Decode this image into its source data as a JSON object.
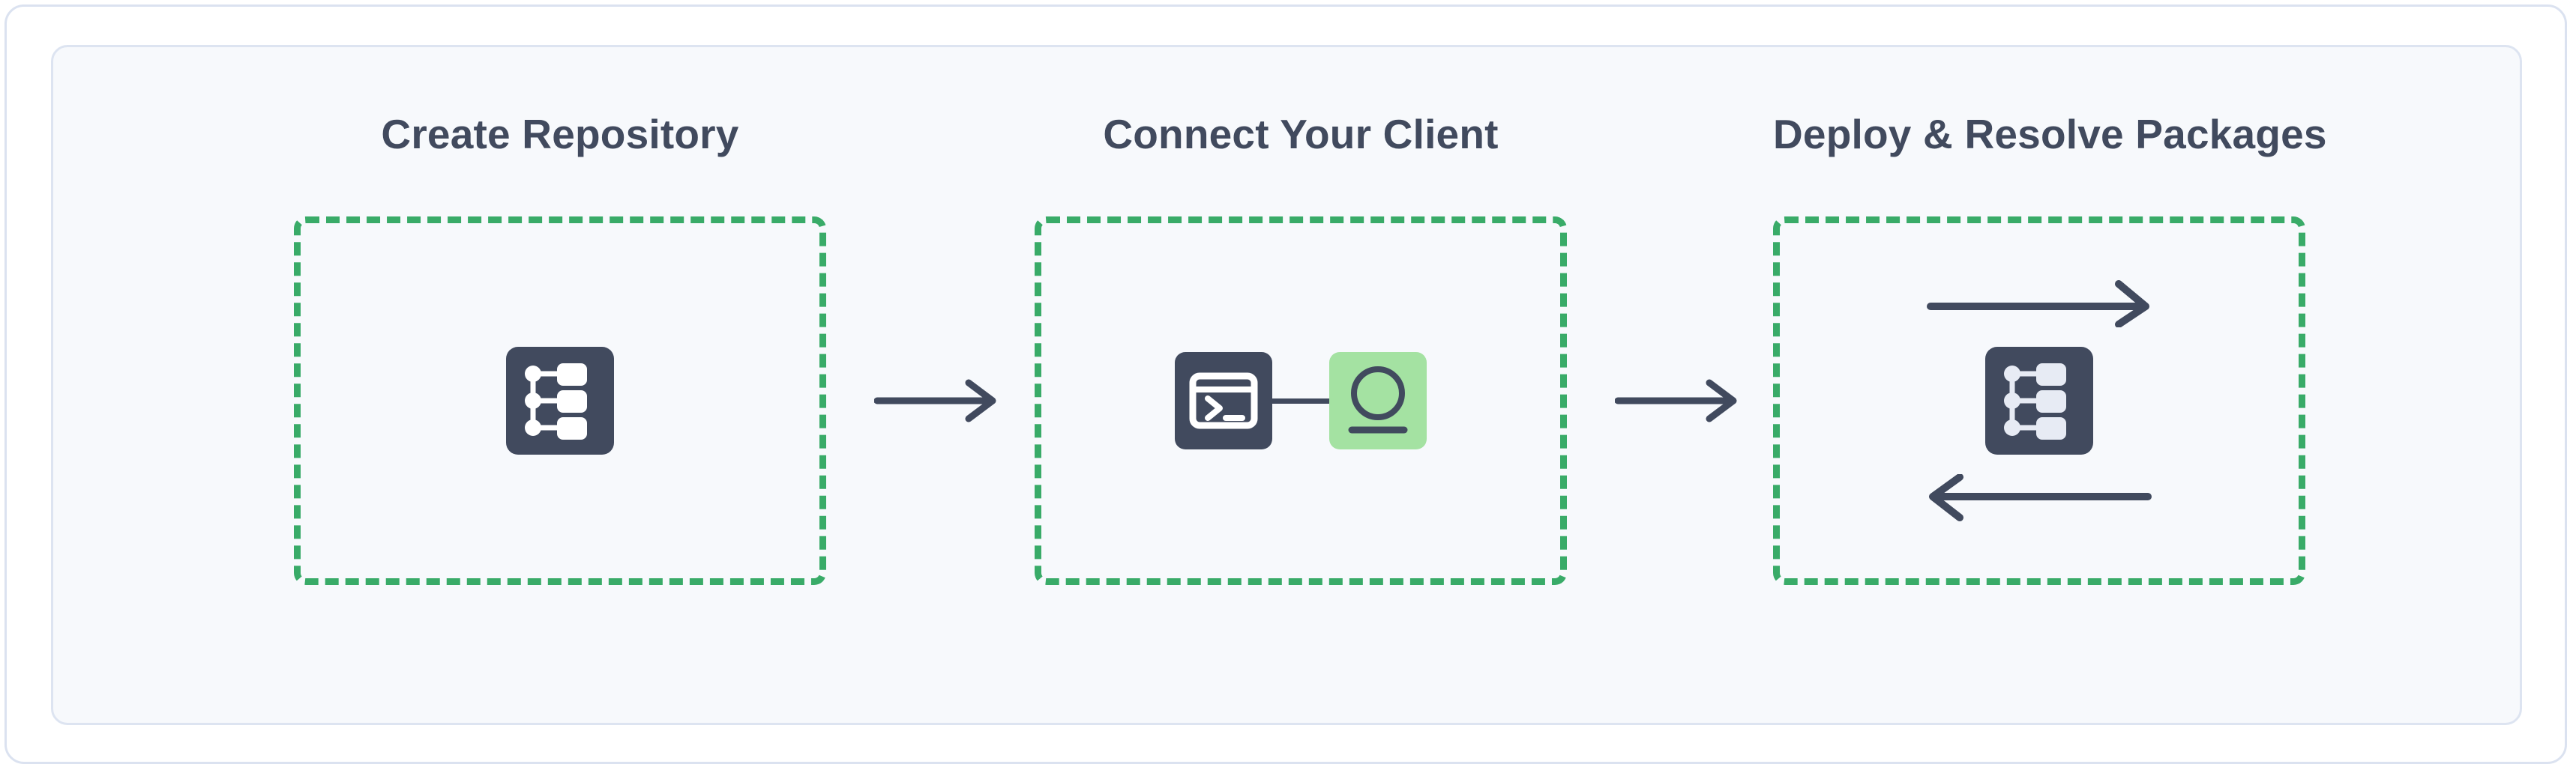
{
  "diagram": {
    "title_color": "#414a5e",
    "accent_green": "#39ab68",
    "icon_dark": "#414a5e",
    "package_green": "#a4e2a2",
    "panel_bg": "#f7f9fc",
    "card_border": "#dbe2f0",
    "steps": [
      {
        "id": "create-repository",
        "label": "Create Repository",
        "icons": [
          "repository-icon"
        ]
      },
      {
        "id": "connect-your-client",
        "label": "Connect Your Client",
        "icons": [
          "terminal-icon",
          "connector-line",
          "package-icon"
        ]
      },
      {
        "id": "deploy-and-resolve-packages",
        "label": "Deploy & Resolve Packages",
        "icons": [
          "arrow-right-icon",
          "repository-icon",
          "arrow-left-icon"
        ]
      }
    ],
    "connectors": [
      {
        "id": "flow-arrow-1",
        "direction": "right",
        "from": "create-repository",
        "to": "connect-your-client"
      },
      {
        "id": "flow-arrow-2",
        "direction": "right",
        "from": "connect-your-client",
        "to": "deploy-and-resolve-packages"
      }
    ]
  }
}
